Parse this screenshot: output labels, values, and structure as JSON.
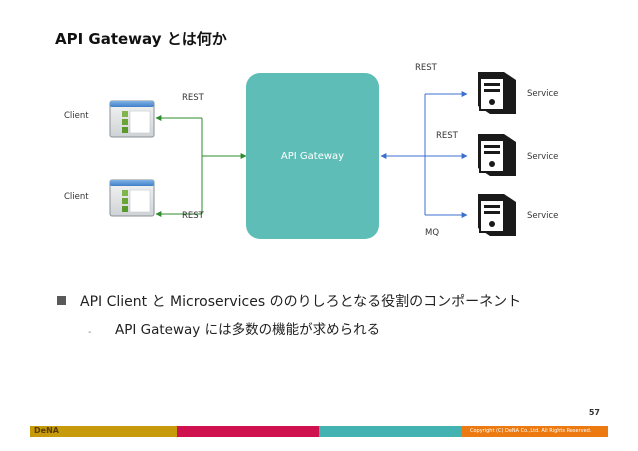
{
  "title": "API Gateway とは何か",
  "diagram": {
    "gateway_label": "API Gateway",
    "clients": [
      {
        "label": "Client"
      },
      {
        "label": "Client"
      }
    ],
    "client_links": [
      {
        "label": "REST"
      },
      {
        "label": "REST"
      }
    ],
    "services": [
      {
        "label": "Service"
      },
      {
        "label": "Service"
      },
      {
        "label": "Service"
      }
    ],
    "service_links": [
      {
        "label": "REST"
      },
      {
        "label": "REST"
      },
      {
        "label": "MQ"
      }
    ],
    "colors": {
      "gateway": "#5ebdb6",
      "client_links": "#2e8b2e",
      "service_links": "#3a6fd0"
    }
  },
  "bullets": [
    {
      "text": "API Client と Microservices ののりしろとなる役割のコンポーネント",
      "sub": [
        {
          "marker": "-",
          "text": "API Gateway には多数の機能が求められる"
        }
      ]
    }
  ],
  "footer": {
    "page_number": "57",
    "logo": "DeNA",
    "copyright": "Copyright (C) DeNA Co.,Ltd. All Rights Reserved.",
    "bar_colors": [
      "#c69a0a",
      "#d0114f",
      "#43b3b1",
      "#ed7a11"
    ]
  }
}
